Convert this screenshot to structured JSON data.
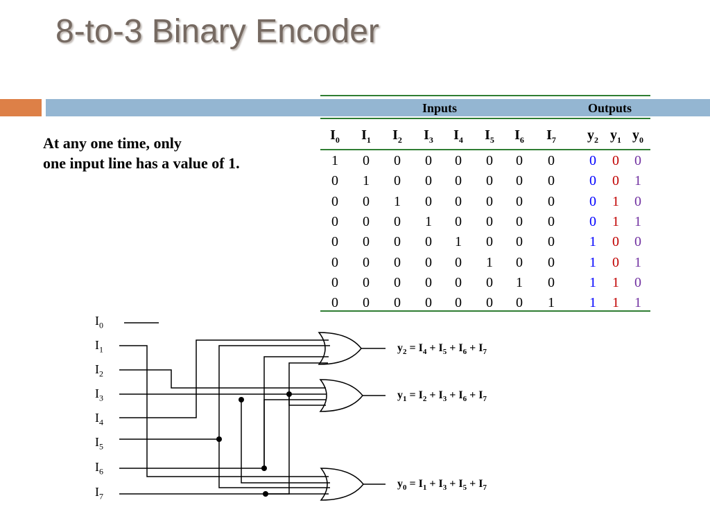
{
  "title": "8-to-3  Binary Encoder",
  "description": {
    "line1": "At any one time, only",
    "line2": "one input line has a value of  1."
  },
  "truth_table": {
    "inputs_label": "Inputs",
    "outputs_label": "Outputs",
    "input_columns": [
      {
        "name": "I",
        "sub": "0"
      },
      {
        "name": "I",
        "sub": "1"
      },
      {
        "name": "I",
        "sub": "2"
      },
      {
        "name": "I",
        "sub": "3"
      },
      {
        "name": "I",
        "sub": "4"
      },
      {
        "name": "I",
        "sub": "5"
      },
      {
        "name": "I",
        "sub": "6"
      },
      {
        "name": "I",
        "sub": "7"
      }
    ],
    "output_columns": [
      {
        "name": "y",
        "sub": "2"
      },
      {
        "name": "y",
        "sub": "1"
      },
      {
        "name": "y",
        "sub": "0"
      }
    ],
    "rows": [
      {
        "inputs": [
          "1",
          "0",
          "0",
          "0",
          "0",
          "0",
          "0",
          "0"
        ],
        "outputs": [
          "0",
          "0",
          "0"
        ]
      },
      {
        "inputs": [
          "0",
          "1",
          "0",
          "0",
          "0",
          "0",
          "0",
          "0"
        ],
        "outputs": [
          "0",
          "0",
          "1"
        ]
      },
      {
        "inputs": [
          "0",
          "0",
          "1",
          "0",
          "0",
          "0",
          "0",
          "0"
        ],
        "outputs": [
          "0",
          "1",
          "0"
        ]
      },
      {
        "inputs": [
          "0",
          "0",
          "0",
          "1",
          "0",
          "0",
          "0",
          "0"
        ],
        "outputs": [
          "0",
          "1",
          "1"
        ]
      },
      {
        "inputs": [
          "0",
          "0",
          "0",
          "0",
          "1",
          "0",
          "0",
          "0"
        ],
        "outputs": [
          "1",
          "0",
          "0"
        ]
      },
      {
        "inputs": [
          "0",
          "0",
          "0",
          "0",
          "0",
          "1",
          "0",
          "0"
        ],
        "outputs": [
          "1",
          "0",
          "1"
        ]
      },
      {
        "inputs": [
          "0",
          "0",
          "0",
          "0",
          "0",
          "0",
          "1",
          "0"
        ],
        "outputs": [
          "1",
          "1",
          "0"
        ]
      },
      {
        "inputs": [
          "0",
          "0",
          "0",
          "0",
          "0",
          "0",
          "0",
          "1"
        ],
        "outputs": [
          "1",
          "1",
          "1"
        ]
      }
    ],
    "output_colors": [
      "#0000ff",
      "#c00000",
      "#7030a0"
    ]
  },
  "circuit": {
    "input_labels": [
      {
        "name": "I",
        "sub": "0"
      },
      {
        "name": "I",
        "sub": "1"
      },
      {
        "name": "I",
        "sub": "2"
      },
      {
        "name": "I",
        "sub": "3"
      },
      {
        "name": "I",
        "sub": "4"
      },
      {
        "name": "I",
        "sub": "5"
      },
      {
        "name": "I",
        "sub": "6"
      },
      {
        "name": "I",
        "sub": "7"
      }
    ],
    "equations": [
      {
        "out": "y",
        "out_sub": "2",
        "terms": [
          {
            "sub": "4"
          },
          {
            "sub": "5"
          },
          {
            "sub": "6"
          },
          {
            "sub": "7"
          }
        ]
      },
      {
        "out": "y",
        "out_sub": "1",
        "terms": [
          {
            "sub": "2"
          },
          {
            "sub": "3"
          },
          {
            "sub": "6"
          },
          {
            "sub": "7"
          }
        ]
      },
      {
        "out": "y",
        "out_sub": "0",
        "terms": [
          {
            "sub": "1"
          },
          {
            "sub": "3"
          },
          {
            "sub": "5"
          },
          {
            "sub": "7"
          }
        ]
      }
    ]
  },
  "colors": {
    "title": "#766a62",
    "accent_orange": "#dd8047",
    "accent_blue": "#94b6d2",
    "table_rule": "#2e7d32"
  }
}
